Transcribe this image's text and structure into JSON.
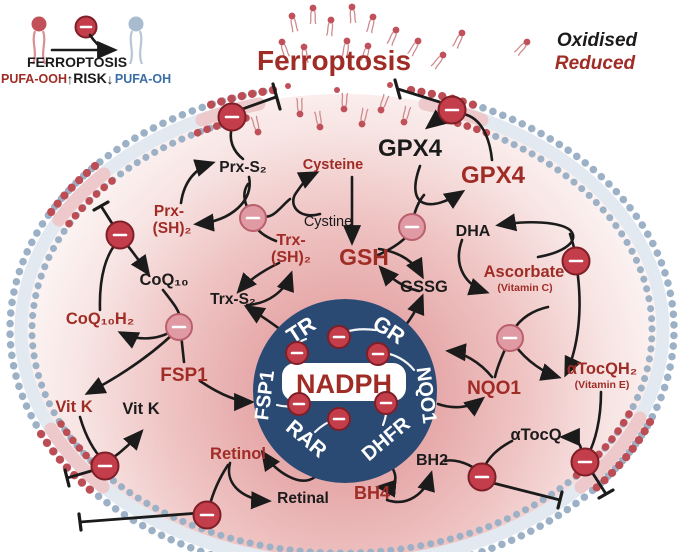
{
  "title": "Ferroptosis",
  "state_legend": {
    "oxidised": "Oxidised",
    "reduced": "Reduced"
  },
  "legend": {
    "pufa_ooh": "PUFA-OOH",
    "up_arrow": "↑",
    "ferroptosis": "FERROPTOSIS",
    "risk": "RISK",
    "down_arrow": "↓",
    "pufa_oh": "PUFA-OH"
  },
  "hub": {
    "center": "NADPH",
    "tr": "TR",
    "gr": "GR",
    "nqo1": "NQO1",
    "dhfr": "DHFR",
    "rar": "RAR",
    "fsp1": "FSP1"
  },
  "labels": {
    "gpx4_ox": "GPX4",
    "gpx4_red": "GPX4",
    "gsh": "GSH",
    "gssg": "GSSG",
    "cysteine": "Cysteine",
    "cystine": "Cystine",
    "prx_ox": "Prx-S₂",
    "prx_red_l1": "Prx-",
    "prx_red_l2": "(SH)₂",
    "trx_red_l1": "Trx-",
    "trx_red_l2": "(SH)₂",
    "trx_ox": "Trx-S₂",
    "coq_ox": "CoQ₁₀",
    "coq_red": "CoQ₁₀H₂",
    "fsp1": "FSP1",
    "vitk_red": "Vit K",
    "vitk_ox": "Vit K",
    "retinol": "Retinol",
    "retinal": "Retinal",
    "bh4": "BH4",
    "bh2": "BH2",
    "dha": "DHA",
    "ascorbate": "Ascorbate",
    "ascorbate_sub": "(Vitamin C)",
    "atoc_red": "αTocQH₂",
    "atoc_red_sub": "(Vitamin E)",
    "atoc_ox": "αTocQ",
    "nqo1": "NQO1"
  },
  "symbols": {
    "minus": "−"
  },
  "colors": {
    "reduced_red": "#a02c26",
    "oxidised_black": "#1b1b1b",
    "membrane_blue": "#9db1c6",
    "membrane_red": "#bd4d55",
    "hub_navy": "#2a4a74",
    "pufa_oh_blue": "#3a6ea8",
    "badge_dark": "#c43d4b",
    "badge_light": "#e09aa4"
  }
}
